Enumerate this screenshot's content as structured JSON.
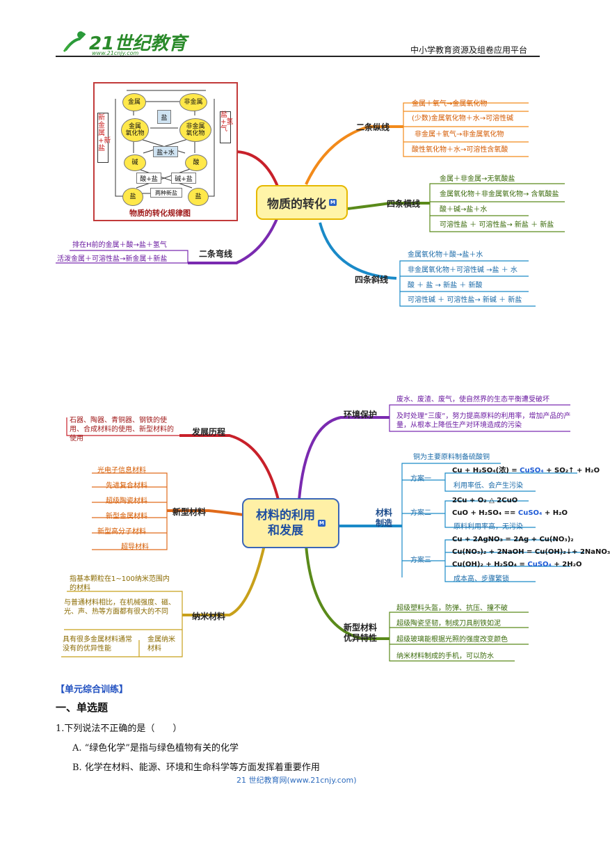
{
  "header": {
    "logo_text": "21世纪教育",
    "logo_url": "www.21cnjy.com",
    "right_text": "中小学教育资源及组卷应用平台"
  },
  "mm1": {
    "center": "物质的转化",
    "center_tag": "M",
    "diagram": {
      "caption": "物质的转化规律图",
      "metal": "金属",
      "nonmetal": "非金属",
      "metal_oxide": "金属\n氧化物",
      "nonmetal_oxide": "非金属\n氧化物",
      "salt_top": "盐",
      "salt_water": "盐+水",
      "base": "碱",
      "acid": "酸",
      "acid_salt": "酸+盐",
      "base_salt": "碱+盐",
      "salt_left": "盐",
      "salt_right": "盐",
      "two_salts": "两种新盐",
      "left_side": "新金属+新盐",
      "right_side": "盐+氢气"
    },
    "vertical": {
      "label": "二条纵线",
      "items": [
        "金属＋氧气→金属氧化物",
        "(少数)金属氧化物＋水→可溶性碱",
        "非金属＋氧气→非金属氧化物",
        "酸性氧化物＋水→可溶性含氧酸"
      ]
    },
    "horizontal": {
      "label": "四条横线",
      "items": [
        "金属＋非金属→无氧酸盐",
        "金属氧化物＋非金属氧化物→ 含氧酸盐",
        "酸＋碱→盐＋水",
        "可溶性盐 ＋ 可溶性盐→ 新盐 ＋ 新盐"
      ]
    },
    "diagonal": {
      "label": "四条斜线",
      "items": [
        "金属氧化物＋酸→盐＋水",
        "非金属氧化物＋可溶性碱 →盐 ＋ 水",
        "酸 ＋ 盐 → 新盐 ＋ 新酸",
        "可溶性碱 ＋ 可溶性盐→ 新碱 ＋ 新盐"
      ]
    },
    "curve": {
      "label": "二条弯线",
      "items": [
        "排在H前的金属＋酸→盐＋氢气",
        "活泼金属＋可溶性盐→新金属＋新盐"
      ]
    }
  },
  "mm2": {
    "center": "材料的利用\n和发展",
    "center_tag": "M",
    "history": {
      "label": "发展历程",
      "text": "石器、陶器、青铜器、钢铁的使用、合成材料的使用、新型材料的使用"
    },
    "new_materials": {
      "label": "新型材料",
      "items": [
        "光电子信息材料",
        "先进复合材料",
        "超级陶瓷材料",
        "新型金属材料",
        "新型高分子材料",
        "超导材料"
      ]
    },
    "nano": {
      "label": "纳米材料",
      "items": [
        "指基本颗粒在1~100纳米范围内的材料",
        "与普通材料相比，在机械强度、磁、光、声、热等方面都有很大的不同"
      ],
      "sub_label": "金属纳米材料",
      "sub_text": "具有很多金属材料通常没有的优异性能"
    },
    "env": {
      "label": "环境保护",
      "items": [
        "废水、废渣、废气，使自然界的生态平衡遭受破坏",
        "及时处理“三废”，努力提高原料的利用率，增加产品的产量，从根本上降低生产对环境造成的污染"
      ]
    },
    "making": {
      "label": "材料\n制造",
      "top": "铜为主要原料制备硫酸铜",
      "plans": [
        {
          "label": "方案一",
          "lines": [
            "Cu + H₂SO₄(浓) = CuSO₄ + SO₂↑ + H₂O",
            "利用率低、会产生污染"
          ]
        },
        {
          "label": "方案二",
          "lines": [
            "2Cu + O₂ △ 2CuO",
            "CuO + H₂SO₄ == CuSO₄ + H₂O",
            "原料利用率高，无污染"
          ]
        },
        {
          "label": "方案三",
          "lines": [
            "Cu + 2AgNO₃ = 2Ag + Cu(NO₃)₂",
            "Cu(NO₃)₂ + 2NaOH = Cu(OH)₂↓+ 2NaNO₃",
            "Cu(OH)₂ + H₂SO₄ = CuSO₄ + 2H₂O",
            "成本高、步骤繁锁"
          ]
        }
      ]
    },
    "props": {
      "label": "新型材料\n优异特性",
      "items": [
        "超级塑料头盔，防弹、抗压、撞不破",
        "超级陶瓷坚韧，制成刀具削铁如泥",
        "超级玻璃能根据光照的强度改变颜色",
        "纳米材料制成的手机，可以防水"
      ]
    }
  },
  "exercise": {
    "unit_title": "【单元综合训练】",
    "section": "一、单选题",
    "q1": "1.下列说法不正确的是（　　）",
    "optA": "A. “绿色化学”是指与绿色植物有关的化学",
    "optB": "B. 化学在材料、能源、环境和生命科学等方面发挥着重要作用"
  },
  "footer": "21 世纪教育网(www.21cnjy.com)"
}
